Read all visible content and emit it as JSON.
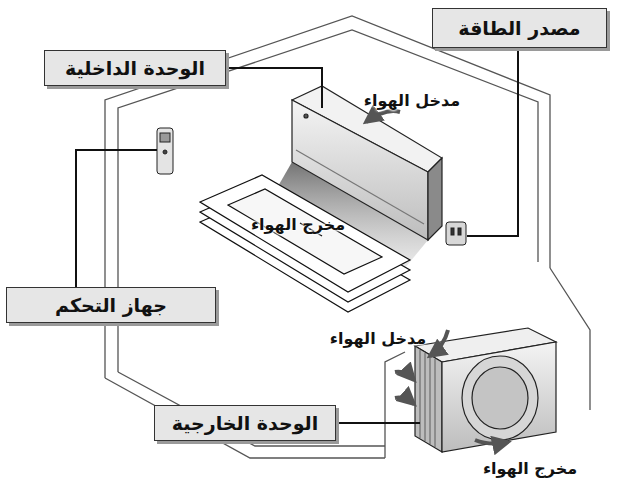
{
  "diagram": {
    "nodes": [
      {
        "text": [
          "مصدر الطاقة"
        ]
      },
      {
        "text": [
          "الوحدة الداخلية"
        ]
      },
      {
        "text": [
          "جهاز التحكم"
        ]
      },
      {
        "text": [
          "الوحدة الخارجية"
        ]
      }
    ],
    "labels": [
      "مدخل الهواء",
      "مخرج الهواء",
      "مدخل الهواء",
      "مخرج الهواء"
    ]
  }
}
